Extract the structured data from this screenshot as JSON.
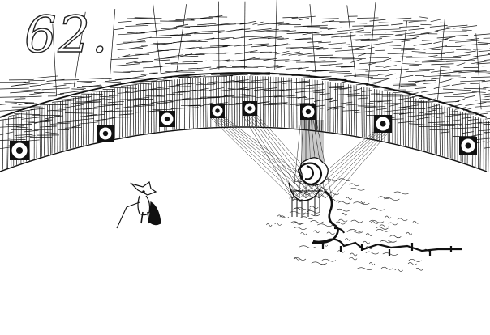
{
  "page_number": "62.",
  "colors": {
    "ink": "#111111",
    "paper": "#ffffff",
    "spot": "#ffffff"
  },
  "icons": [
    "spotlight-icon",
    "fox-figure",
    "lion-figure",
    "whip-icon"
  ]
}
